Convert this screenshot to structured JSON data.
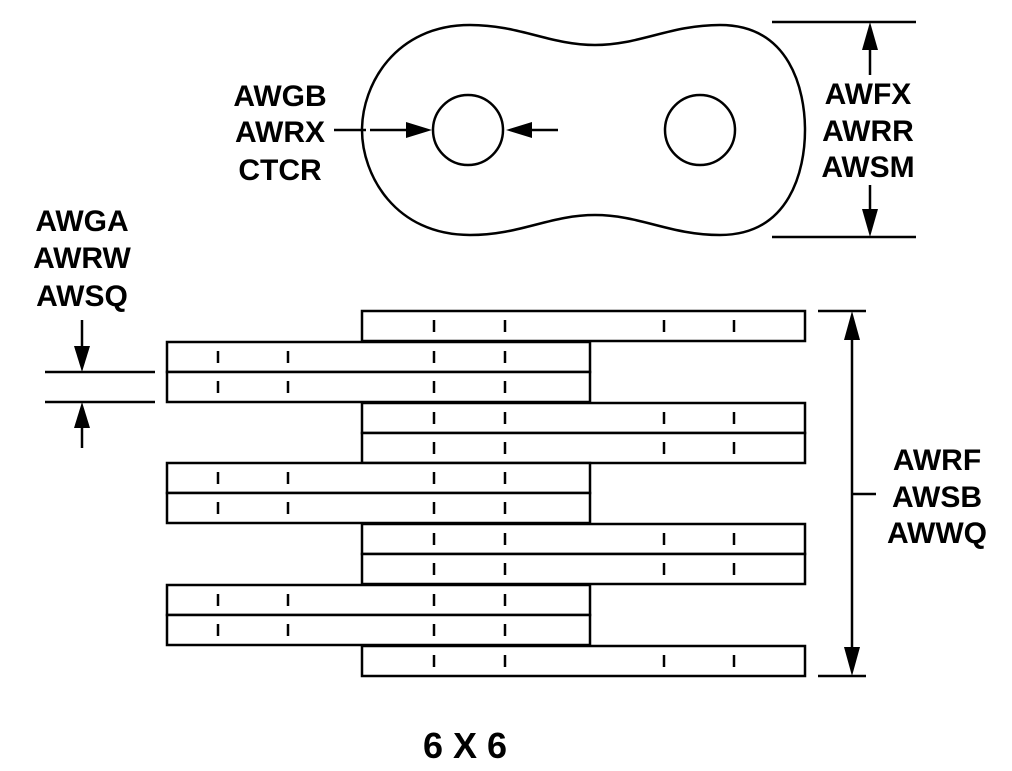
{
  "diagram": {
    "pin_diameter_codes": [
      "AWGB",
      "AWRX",
      "CTCR"
    ],
    "link_height_codes": [
      "AWFX",
      "AWRR",
      "AWSM"
    ],
    "plate_thickness_codes": [
      "AWGA",
      "AWRW",
      "AWSQ"
    ],
    "overall_width_codes": [
      "AWRF",
      "AWSB",
      "AWWQ"
    ],
    "chain_size_caption": "6 X 6"
  }
}
